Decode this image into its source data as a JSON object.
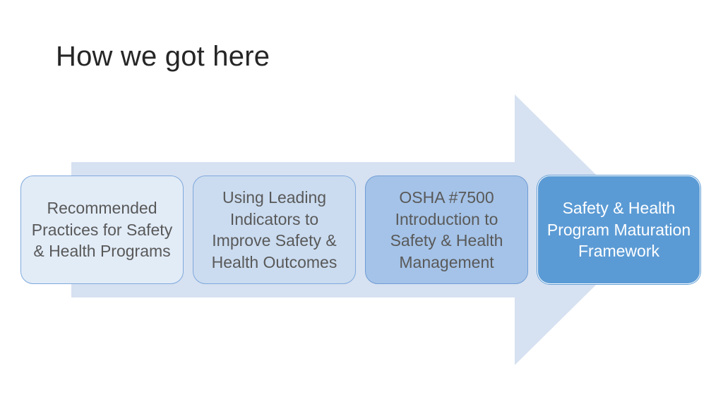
{
  "slide": {
    "title": "How we got here"
  },
  "flow": {
    "steps": [
      {
        "label": "Recommended Practices for Safety & Health Programs"
      },
      {
        "label": "Using Leading Indicators to Improve Safety & Health Outcomes"
      },
      {
        "label": "OSHA #7500 Introduction to Safety & Health Management"
      },
      {
        "label": "Safety & Health Program Maturation Framework"
      }
    ]
  },
  "colors": {
    "arrow_fill": "#d6e1f1",
    "step1_fill": "#e2ecf7",
    "step2_fill": "#cbdcf0",
    "step3_fill": "#a5c3e8",
    "step4_fill": "#5b9bd5",
    "step_border": "#7fa9dc",
    "text_dark": "#595959",
    "text_light": "#ffffff"
  }
}
